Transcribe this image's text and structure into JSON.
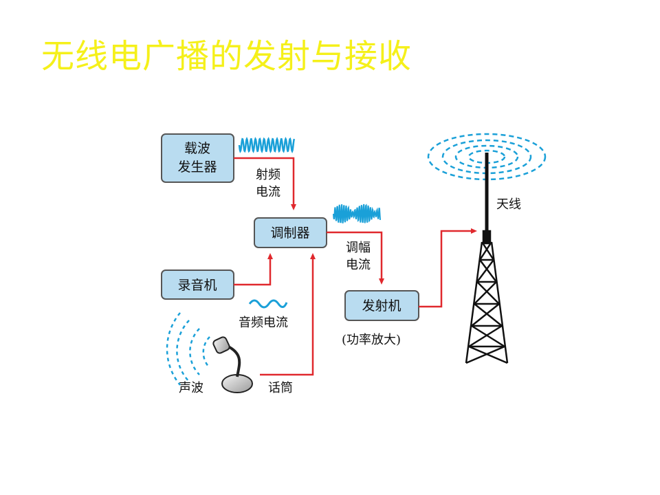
{
  "title": "无线电广播的发射与接收",
  "boxes": {
    "carrier_line1": "载波",
    "carrier_line2": "发生器",
    "modulator": "调制器",
    "recorder": "录音机",
    "transmitter": "发射机"
  },
  "labels": {
    "rf_line1": "射频",
    "rf_line2": "电流",
    "am_line1": "调幅",
    "am_line2": "电流",
    "audio_current": "音频电流",
    "power_amp": "(功率放大)",
    "antenna": "天线",
    "sound_wave": "声波",
    "microphone": "话筒"
  },
  "colors": {
    "title": "#f5f01a",
    "box_fill": "#b9dcf0",
    "box_stroke": "#555555",
    "arrow": "#e0282d",
    "wave": "#1aa0d8",
    "tower": "#111111"
  }
}
